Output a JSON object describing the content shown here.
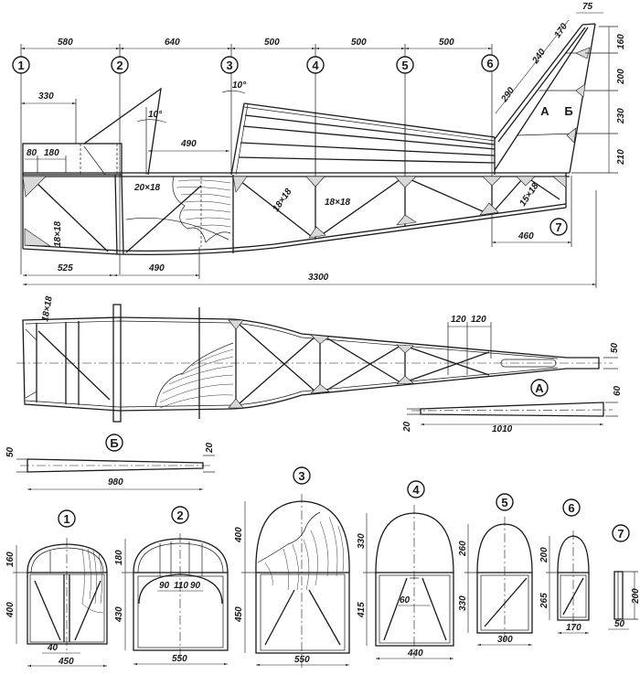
{
  "side_view": {
    "stations": [
      "1",
      "2",
      "3",
      "4",
      "5",
      "6",
      "7"
    ],
    "station_spacing": [
      "580",
      "640",
      "500",
      "500",
      "500"
    ],
    "cockpit_dims": {
      "d330": "330",
      "d80": "80",
      "d180": "180",
      "d490": "490",
      "angle_windshield": "10°",
      "angle_frame3": "10°"
    },
    "bottom_dims": {
      "d525": "525",
      "d490": "490",
      "overall": "3300",
      "tail": "460"
    },
    "fin_dims": {
      "chord_top": "75",
      "edge_170": "170",
      "edge_240": "240",
      "edge_290": "290",
      "h160": "160",
      "h200": "200",
      "h230": "230",
      "h210": "210"
    },
    "member_sizes": {
      "upright2": "20×18",
      "diag3": "18×18",
      "vert4": "18×18",
      "left": "18×18",
      "tail": "15×18"
    },
    "part_labels": {
      "a": "А",
      "b": "Б"
    }
  },
  "top_view": {
    "member": "18×18",
    "d120a": "120",
    "d120b": "120",
    "d50": "50"
  },
  "part_a": {
    "label": "А",
    "d60": "60",
    "d20": "20",
    "length": "1010"
  },
  "part_b": {
    "label": "Б",
    "d50": "50",
    "d20": "20",
    "length": "980"
  },
  "sections": [
    {
      "label": "1",
      "top": "160",
      "bottom": "400",
      "width": "450",
      "post": "40"
    },
    {
      "label": "2",
      "top": "180",
      "bottom": "430",
      "width": "550",
      "s1": "90",
      "s2": "110",
      "s3": "90"
    },
    {
      "label": "3",
      "top": "400",
      "bottom": "450",
      "width": "550"
    },
    {
      "label": "4",
      "top": "330",
      "bottom": "415",
      "width": "440",
      "post": "60"
    },
    {
      "label": "5",
      "top": "260",
      "bottom": "330",
      "width": "300"
    },
    {
      "label": "6",
      "top": "200",
      "bottom": "265",
      "width": "170"
    },
    {
      "label": "7",
      "height": "200",
      "width": "50"
    }
  ]
}
